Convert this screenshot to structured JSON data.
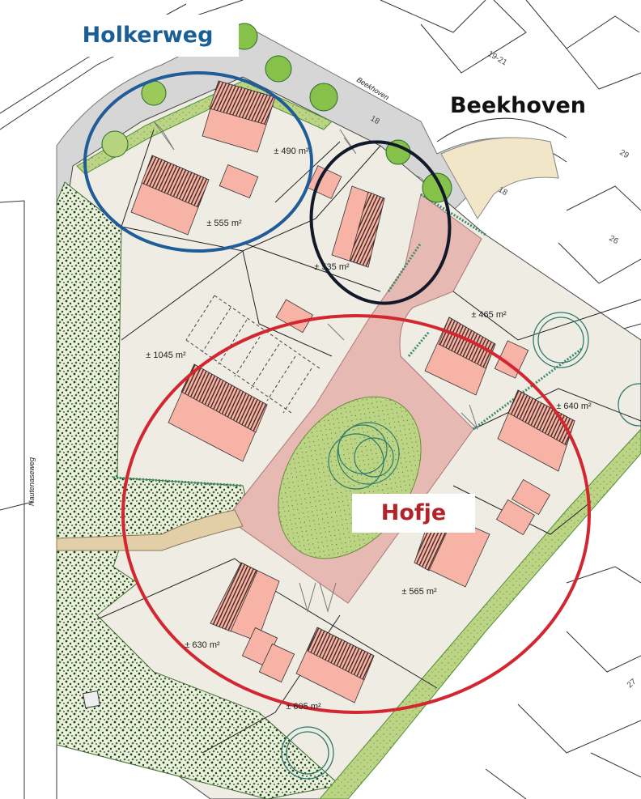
{
  "labels": {
    "holkerweg": "Holkerweg",
    "beekhoven": "Beekhoven",
    "hofje": "Hofje"
  },
  "streets": {
    "beekhoven_small": "Beekhoven",
    "nautenaseweg": "Nautenaseweg"
  },
  "house_numbers": [
    "19-21",
    "26",
    "29",
    "27",
    "18",
    "18"
  ],
  "plots": [
    {
      "id": "p490",
      "area": "± 490 m²"
    },
    {
      "id": "p555",
      "area": "± 555 m²"
    },
    {
      "id": "p535",
      "area": "± 535 m²"
    },
    {
      "id": "p465",
      "area": "± 465 m²"
    },
    {
      "id": "p1045",
      "area": "± 1045 m²"
    },
    {
      "id": "p640",
      "area": "± 640 m²"
    },
    {
      "id": "p565",
      "area": "± 565 m²"
    },
    {
      "id": "p630",
      "area": "± 630 m²"
    },
    {
      "id": "p605",
      "area": "± 605 m²"
    }
  ],
  "colors": {
    "holkerweg": "#1a5e96",
    "hofje_text": "#b3232a",
    "hofje_circle": "#d22630",
    "holker_circle": "#1f5c98",
    "black_circle": "#111a2a",
    "plot_bg": "#efece4",
    "road": "#d6d6d6",
    "courtyard": "#e6b9b3",
    "green": "#b7d27d",
    "hedge": "#4d8f3a",
    "house": "#f7b3a6",
    "roof": "#4a2f29"
  }
}
